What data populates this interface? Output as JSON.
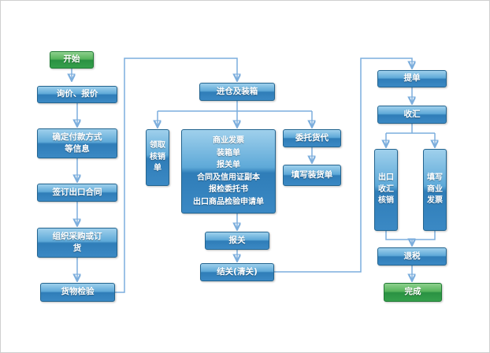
{
  "diagram": {
    "nodes": {
      "start": "开始",
      "inquiry_quote": "询价、报价",
      "confirm_payment": "确定付款方式\n等信息",
      "sign_contract": "签订出口合同",
      "organize_procurement": "组织采购或订\n货",
      "goods_inspection": "货物检验",
      "warehouse_packing": "进仓及装箱",
      "get_verification_form": "领取\n核销\n单",
      "documents": "商业发票\n装箱单\n报关单\n合同及信用证副本\n报检委托书\n出口商品检验申请单",
      "entrust_forwarder": "委托货代",
      "fill_shipping_order": "填写装货单",
      "customs_declaration": "报关",
      "customs_clearance": "结关(清关)",
      "bill_of_lading": "提单",
      "receive_payment": "收汇",
      "export_payment_verification": "出口\n收汇\n核销",
      "fill_commercial_invoice": "填写\n商业\n发票",
      "tax_refund": "退税",
      "finish": "完成"
    },
    "colors": {
      "process_box_blue": "#3b89c4",
      "terminal_box_green": "#35a04c",
      "arrow": "#7caedd",
      "text": "#ffffff"
    }
  }
}
